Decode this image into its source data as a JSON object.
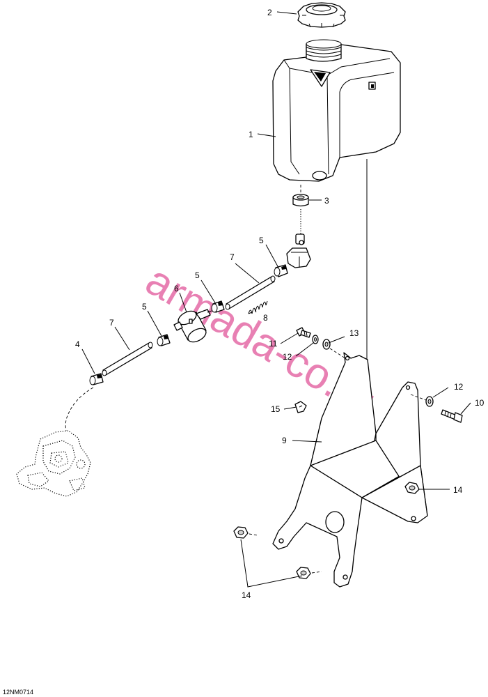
{
  "drawing_code": "12NM0714",
  "watermark": "armada-co.ru",
  "callouts": {
    "c1": "1",
    "c2": "2",
    "c3": "3",
    "c4": "4",
    "c5a": "5",
    "c5b": "5",
    "c5c": "5",
    "c6": "6",
    "c7a": "7",
    "c7b": "7",
    "c8": "8",
    "c9": "9",
    "c10": "10",
    "c11": "11",
    "c12a": "12",
    "c12b": "12",
    "c13": "13",
    "c14a": "14",
    "c14b": "14",
    "c15": "15"
  }
}
